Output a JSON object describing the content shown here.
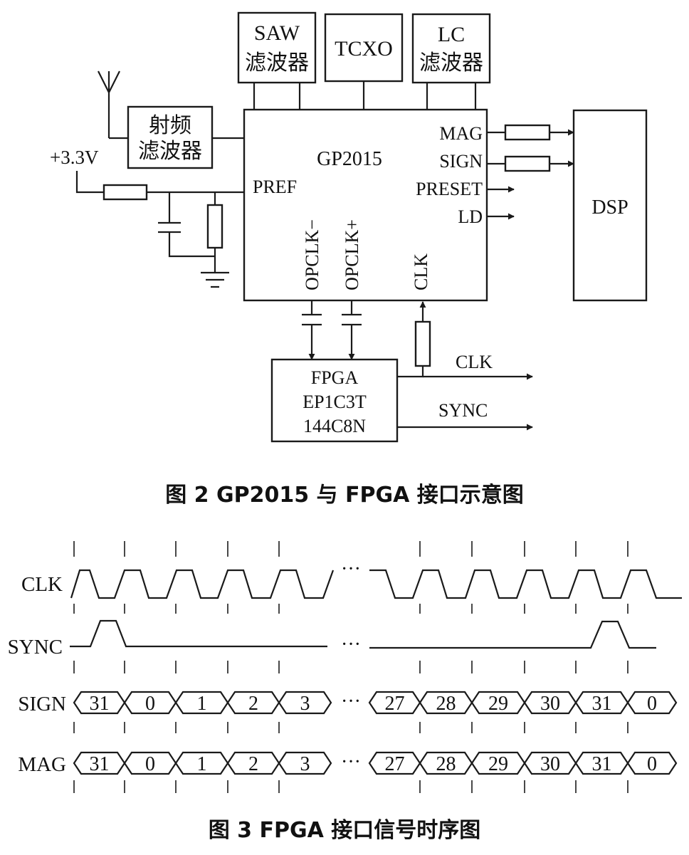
{
  "colors": {
    "ink": "#111111",
    "paper": "#ffffff"
  },
  "fig2": {
    "blocks": {
      "saw": [
        "SAW",
        "滤波器"
      ],
      "tcxo": "TCXO",
      "lc": [
        "LC",
        "滤波器"
      ],
      "rf": [
        "射频",
        "滤波器"
      ],
      "gp": "GP2015",
      "dsp": "DSP",
      "fpga": [
        "FPGA",
        "EP1C3T",
        "144C8N"
      ]
    },
    "supply": "+3.3V",
    "pins": {
      "pref": "PREF",
      "mag": "MAG",
      "sign": "SIGN",
      "preset": "PRESET",
      "ld": "LD",
      "opclk_minus": "OPCLK−",
      "opclk_plus": "OPCLK+",
      "clk": "CLK"
    },
    "fpga_outputs": {
      "clk": "CLK",
      "sync": "SYNC"
    },
    "caption": "图 2   GP2015 与 FPGA 接口示意图"
  },
  "fig3": {
    "signals": {
      "clk": "CLK",
      "sync": "SYNC",
      "sign": "SIGN",
      "mag": "MAG"
    },
    "ellipsis": "···",
    "sign_values_left": [
      "31",
      "0",
      "1",
      "2",
      "3"
    ],
    "sign_values_right": [
      "27",
      "28",
      "29",
      "30",
      "31",
      "0"
    ],
    "mag_values_left": [
      "31",
      "0",
      "1",
      "2",
      "3"
    ],
    "mag_values_right": [
      "27",
      "28",
      "29",
      "30",
      "31",
      "0"
    ],
    "caption": "图 3   FPGA 接口信号时序图"
  }
}
